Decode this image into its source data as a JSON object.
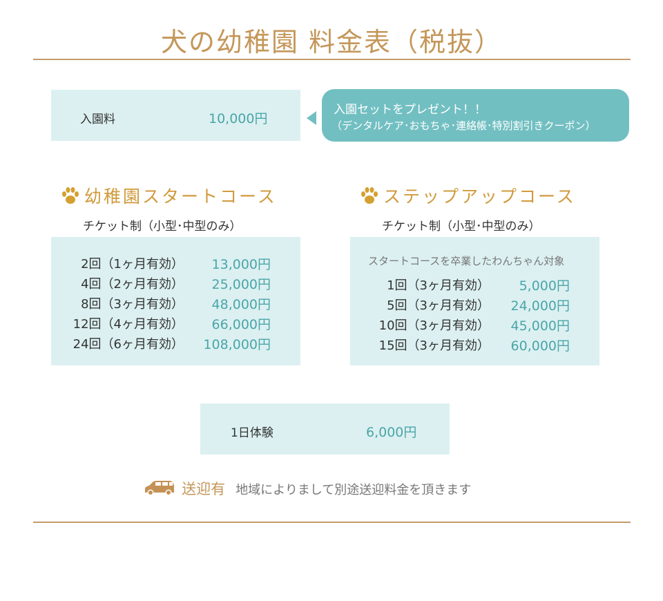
{
  "title": "犬の幼稚園 料金表（税抜）",
  "admission": {
    "label": "入園料",
    "price": "10,000円"
  },
  "bubble": {
    "line1": "入園セットをプレゼント！！",
    "line2": "（デンタルケア･おもちゃ･連絡帳･特別割引きクーポン）"
  },
  "start_course": {
    "heading": "幼稚園スタートコース",
    "sub": "チケット制（小型･中型のみ）",
    "rows": [
      {
        "label": "2回（1ヶ月有効）",
        "price": "13,000円"
      },
      {
        "label": "4回（2ヶ月有効）",
        "price": "25,000円"
      },
      {
        "label": "8回（3ヶ月有効）",
        "price": "48,000円"
      },
      {
        "label": "12回（4ヶ月有効）",
        "price": "66,000円"
      },
      {
        "label": "24回（6ヶ月有効）",
        "price": "108,000円"
      }
    ]
  },
  "stepup_course": {
    "heading": "ステップアップコース",
    "sub": "チケット制（小型･中型のみ）",
    "note": "スタートコースを卒業したわんちゃん対象",
    "rows": [
      {
        "label": "1回（3ヶ月有効）",
        "price": "5,000円"
      },
      {
        "label": "5回（3ヶ月有効）",
        "price": "24,000円"
      },
      {
        "label": "10回（3ヶ月有効）",
        "price": "45,000円"
      },
      {
        "label": "15回（3ヶ月有効）",
        "price": "60,000円"
      }
    ]
  },
  "trial": {
    "label": "1日体験",
    "price": "6,000円"
  },
  "pickup": {
    "label": "送迎有",
    "text": "地域によりまして別途送迎料金を頂きます"
  }
}
